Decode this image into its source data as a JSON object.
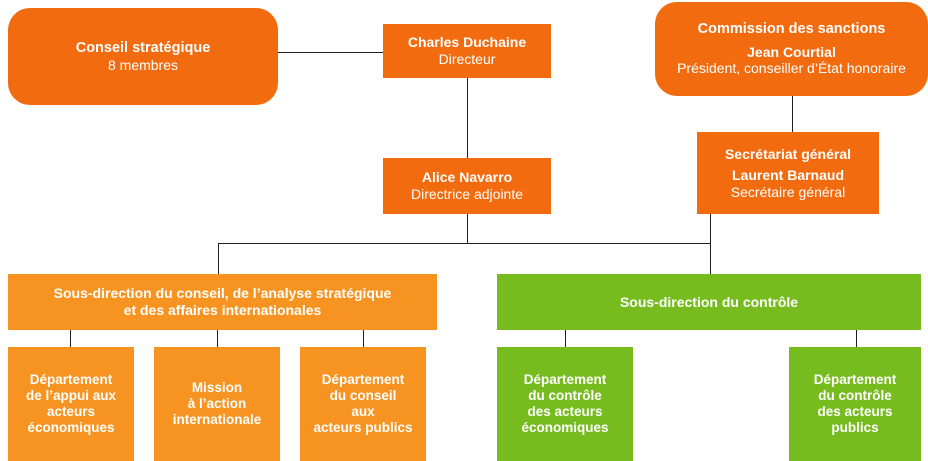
{
  "colors": {
    "orange": "#F26B0F",
    "amber": "#F79421",
    "green": "#77BC1F",
    "line": "#231f20",
    "text": "#FFFFFF"
  },
  "nodes": {
    "conseil_strategique": {
      "title": "Conseil stratégique",
      "detail": "8 membres"
    },
    "directeur": {
      "name": "Charles Duchaine",
      "role": "Directeur"
    },
    "commission_sanctions": {
      "title": "Commission des sanctions",
      "name": "Jean Courtial",
      "role": "Président, conseiller d’État honoraire"
    },
    "directrice_adjointe": {
      "name": "Alice Navarro",
      "role": "Directrice adjointe"
    },
    "secretariat_general": {
      "title": "Secrétariat général",
      "name": "Laurent Barnaud",
      "role": "Secrétaire général"
    },
    "sous_direction_conseil": {
      "line1": "Sous-direction du conseil, de l’analyse stratégique",
      "line2": "et des affaires internationales"
    },
    "sous_direction_controle": {
      "line1": "Sous-direction du contrôle"
    }
  },
  "departments": {
    "conseil": [
      {
        "name": "dept-appui-acteurs-economiques",
        "lines": [
          "Département",
          "de l’appui aux",
          "acteurs",
          "économiques"
        ]
      },
      {
        "name": "mission-action-internationale",
        "lines": [
          "Mission",
          "à l’action",
          "internationale"
        ]
      },
      {
        "name": "dept-conseil-acteurs-publics",
        "lines": [
          "Département",
          "du conseil",
          "aux",
          "acteurs publics"
        ]
      }
    ],
    "controle": [
      {
        "name": "dept-controle-acteurs-economiques",
        "lines": [
          "Département",
          "du contrôle",
          "des acteurs",
          "économiques"
        ]
      },
      {
        "name": "dept-controle-acteurs-publics",
        "lines": [
          "Département",
          "du contrôle",
          "des acteurs",
          "publics"
        ]
      }
    ]
  }
}
